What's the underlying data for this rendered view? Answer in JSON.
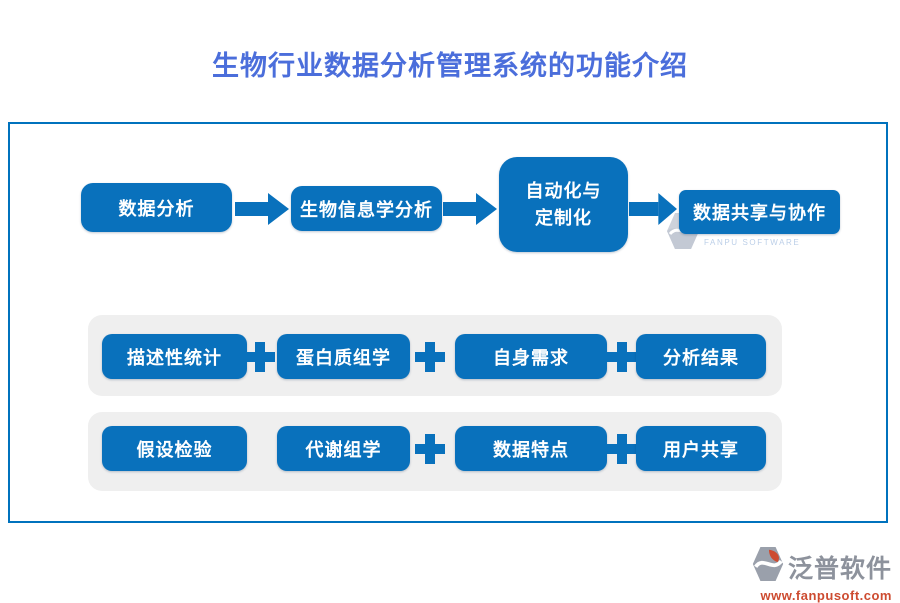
{
  "title": "生物行业数据分析管理系统的功能介绍",
  "flow": {
    "steps": [
      {
        "label": "数据分析"
      },
      {
        "label": "生物信息学分析"
      },
      {
        "line1": "自动化与",
        "line2": "定制化"
      },
      {
        "label": "数据共享与协作"
      }
    ]
  },
  "feature_rows": [
    {
      "items": [
        {
          "label": "描述性统计"
        },
        {
          "label": "蛋白质组学"
        },
        {
          "label": "自身需求"
        },
        {
          "label": "分析结果"
        }
      ]
    },
    {
      "items": [
        {
          "label": "假设检验"
        },
        {
          "label": "代谢组学"
        },
        {
          "label": "数据特点"
        },
        {
          "label": "用户共享"
        }
      ]
    }
  ],
  "watermark": {
    "name": "泛普软件",
    "subname": "FANPU SOFTWARE"
  },
  "footer_logo": {
    "name": "泛普软件",
    "url": "www.fanpusoft.com"
  },
  "icons": {
    "connector": "arrow-right",
    "combiner": "plus"
  },
  "colors": {
    "primary_blue": "#0971BC",
    "title_blue": "#4B6EDB",
    "panel_border": "#0072BD",
    "row_background": "#EFEFEF",
    "watermark_peach": "#F2D3C4",
    "watermark_blue": "#BCCFE8",
    "logo_gray": "#8D929C",
    "logo_orange": "#CD4B30"
  }
}
